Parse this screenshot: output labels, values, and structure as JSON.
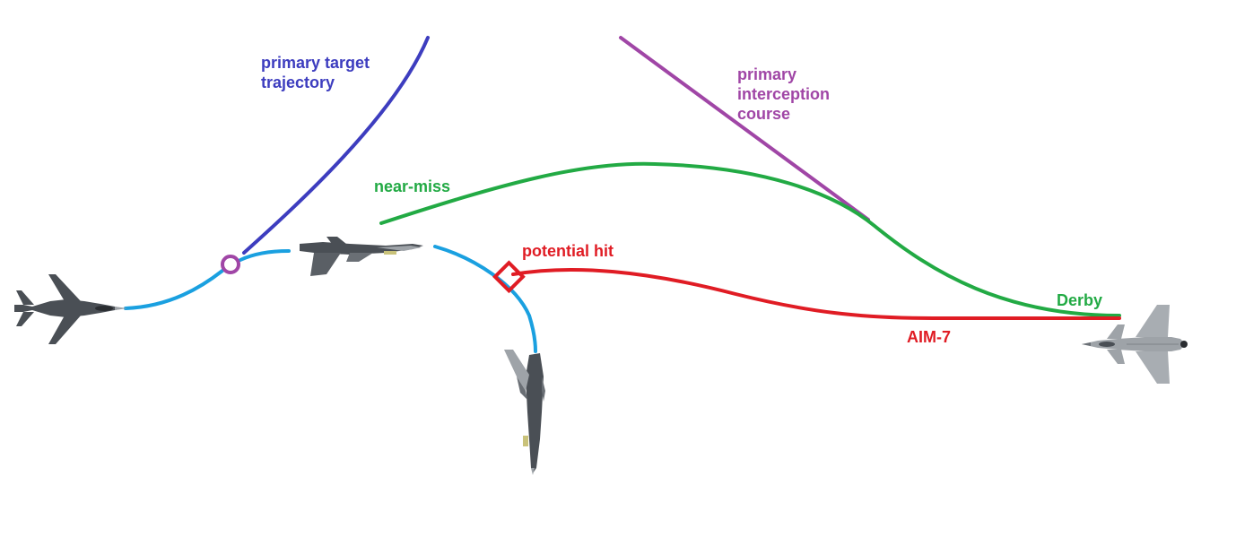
{
  "colors": {
    "target_trajectory": "#3d3dbf",
    "interception_course": "#a046a6",
    "near_miss": "#22aa44",
    "potential_hit": "#e01c24",
    "fighter_path": "#1aa0e0",
    "aircraft_dark": "#4a4f55",
    "aircraft_light": "#9ea3a8"
  },
  "labels": {
    "primary_target_trajectory": "primary target\ntrajectory",
    "primary_interception_course": "primary\ninterception\ncourse",
    "near_miss": "near-miss",
    "potential_hit": "potential hit",
    "derby": "Derby",
    "aim7": "AIM-7"
  },
  "icons": {
    "fighter_start": "f16-top-view-icon",
    "fighter_banking": "f16-banking-icon",
    "fighter_diving": "f16-diving-icon",
    "gripen": "gripen-top-view-icon",
    "interception_marker": "circle-marker-icon",
    "hit_marker": "diamond-marker-icon"
  }
}
